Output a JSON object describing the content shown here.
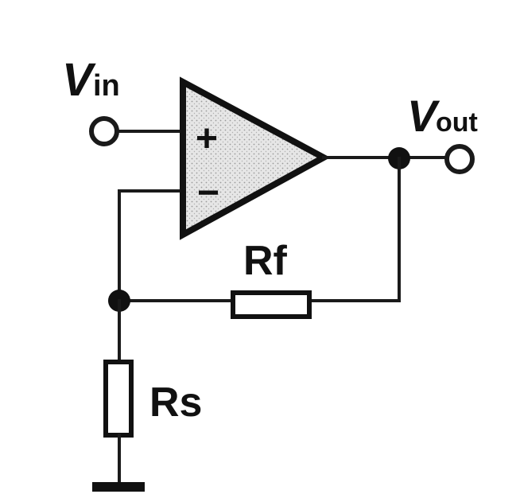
{
  "labels": {
    "vin_main": "V",
    "vin_sub": "in",
    "vout_main": "V",
    "vout_sub": "out",
    "plus": "+",
    "minus": "−",
    "rf": "Rf",
    "rs": "Rs"
  },
  "colors": {
    "ink": "#1a1a1a",
    "opamp_fill": "#d9d9d9"
  }
}
